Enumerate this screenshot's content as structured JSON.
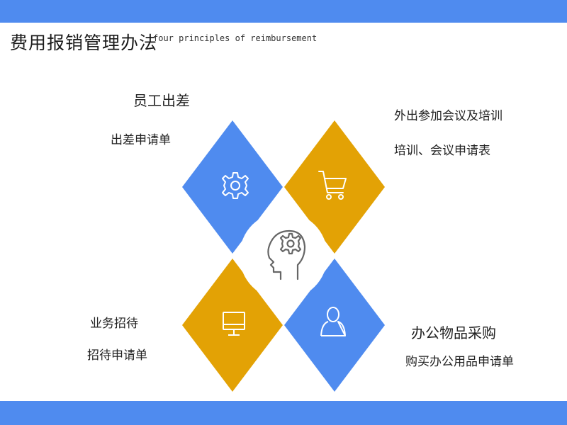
{
  "header": {
    "title": "费用报销管理办法",
    "subtitle": "four principles of reimbursement"
  },
  "colors": {
    "band": "#4f8bef",
    "blue": "#4f8bef",
    "gold": "#e3a205",
    "icon_stroke": "#ffffff",
    "center_icon": "#666666"
  },
  "items": [
    {
      "heading": "员工出差",
      "subtitle": "出差申请单",
      "icon": "gear-icon",
      "color": "blue"
    },
    {
      "heading": "外出参加会议及培训",
      "subtitle": "培训、会议申请表",
      "icon": "shopping-cart-icon",
      "color": "gold"
    },
    {
      "heading": "业务招待",
      "subtitle": "招待申请单",
      "icon": "monitor-icon",
      "color": "gold"
    },
    {
      "heading": "办公物品采购",
      "subtitle": "购买办公用品申请单",
      "icon": "person-icon",
      "color": "blue"
    }
  ],
  "center": {
    "icon": "head-with-gear-icon"
  }
}
